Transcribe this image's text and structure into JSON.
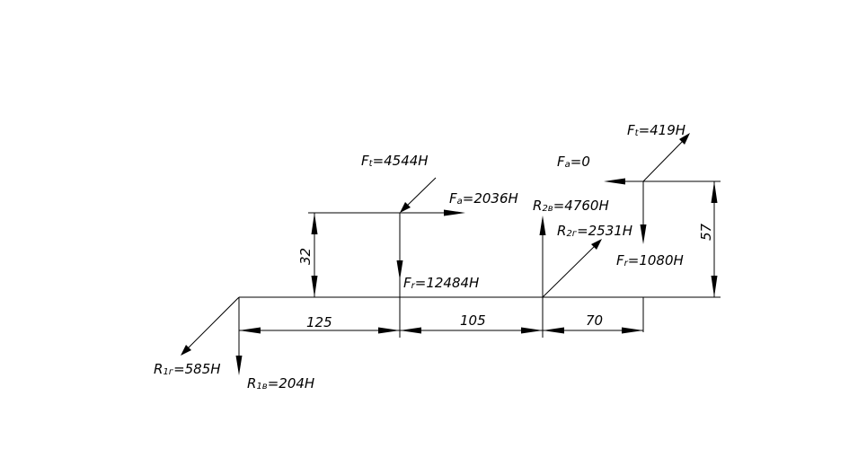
{
  "forces": {
    "ft_gear": {
      "symbol": "F",
      "sub": "t",
      "value": "=4544H"
    },
    "fa_gear": {
      "symbol": "F",
      "sub": "a",
      "value": "=2036H"
    },
    "fr_gear": {
      "symbol": "F",
      "sub": "r",
      "value": "=12484H"
    },
    "ft_end": {
      "symbol": "F",
      "sub": "t",
      "value": "=419H"
    },
    "fa_end": {
      "symbol": "F",
      "sub": "a",
      "value": "=0"
    },
    "fr_end": {
      "symbol": "F",
      "sub": "r",
      "value": "=1080H"
    }
  },
  "reactions": {
    "r1g": {
      "symbol": "R",
      "sub": "1г",
      "value": "=585H"
    },
    "r1v": {
      "symbol": "R",
      "sub": "1в",
      "value": "=204H"
    },
    "r2v": {
      "symbol": "R",
      "sub": "2в",
      "value": "=4760H"
    },
    "r2g": {
      "symbol": "R",
      "sub": "2г",
      "value": "=2531H"
    }
  },
  "dimensions": {
    "d125": "125",
    "d105": "105",
    "d70": "70",
    "d32": "32",
    "d57": "57"
  }
}
